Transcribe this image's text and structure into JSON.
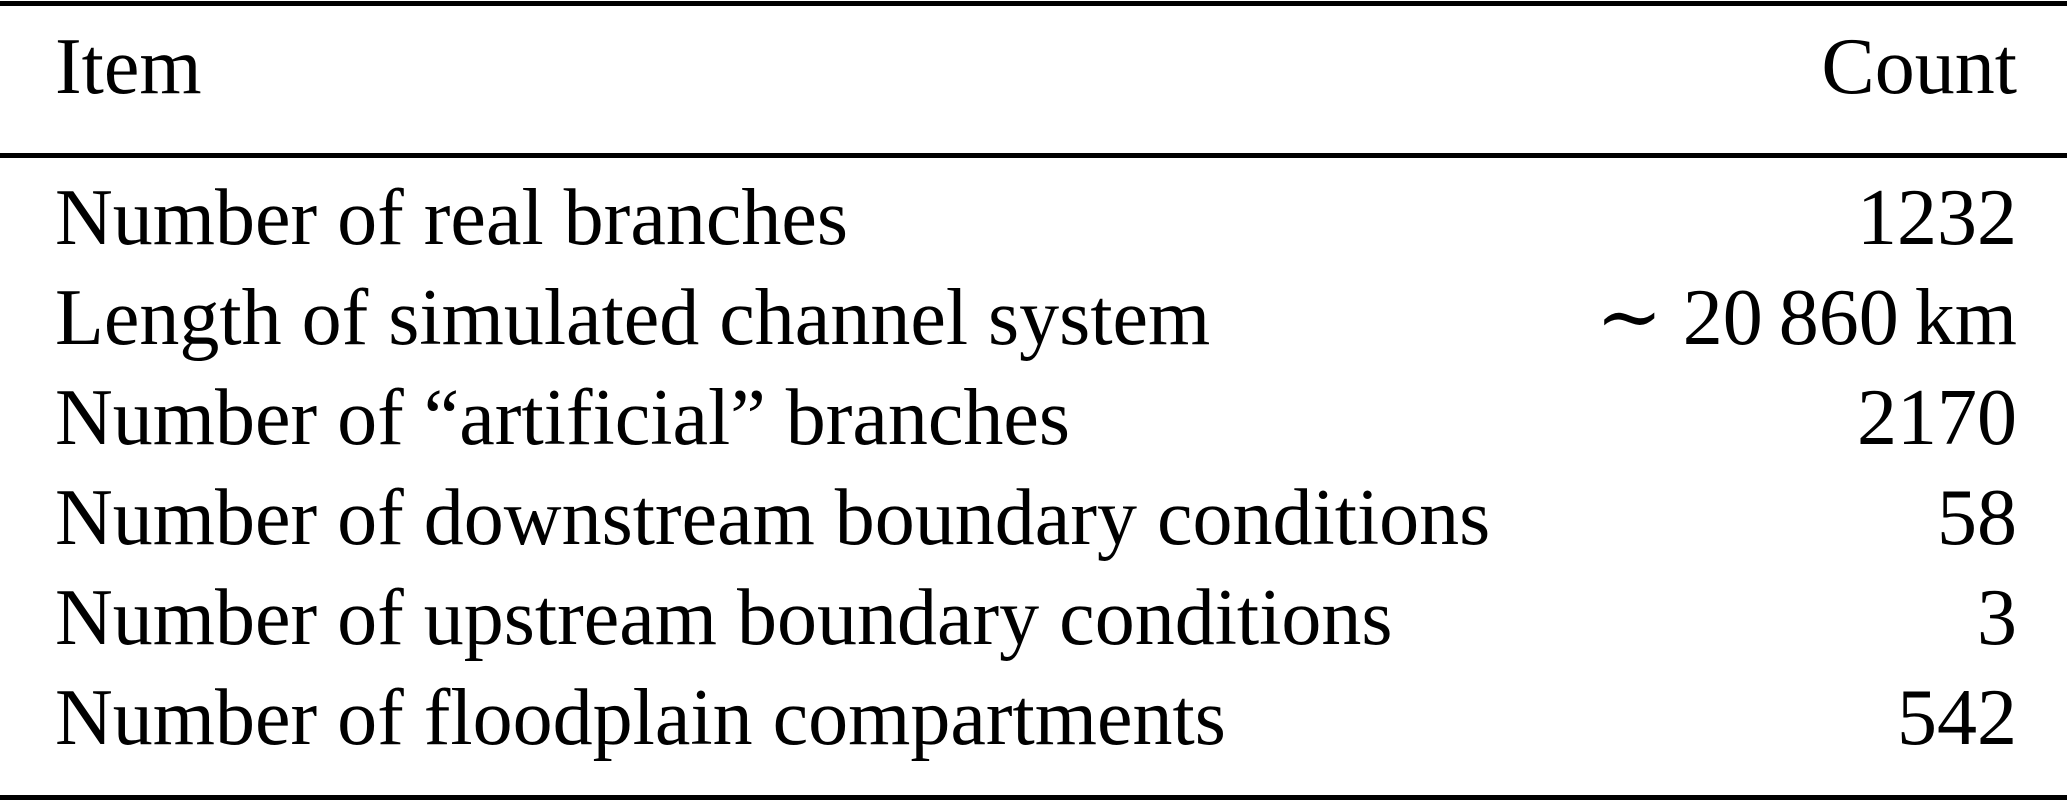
{
  "table": {
    "columns": [
      "Item",
      "Count"
    ],
    "rows": [
      {
        "item": "Number of real branches",
        "count": "1232"
      },
      {
        "item": "Length of simulated channel system",
        "count": "∼ 20 860 km"
      },
      {
        "item": "Number of “artificial” branches",
        "count": "2170"
      },
      {
        "item": "Number of downstream boundary conditions",
        "count": "58"
      },
      {
        "item": "Number of upstream boundary conditions",
        "count": "3"
      },
      {
        "item": "Number of floodplain compartments",
        "count": "542"
      }
    ],
    "colors": {
      "text": "#000000",
      "background": "#ffffff",
      "rule": "#000000"
    }
  }
}
